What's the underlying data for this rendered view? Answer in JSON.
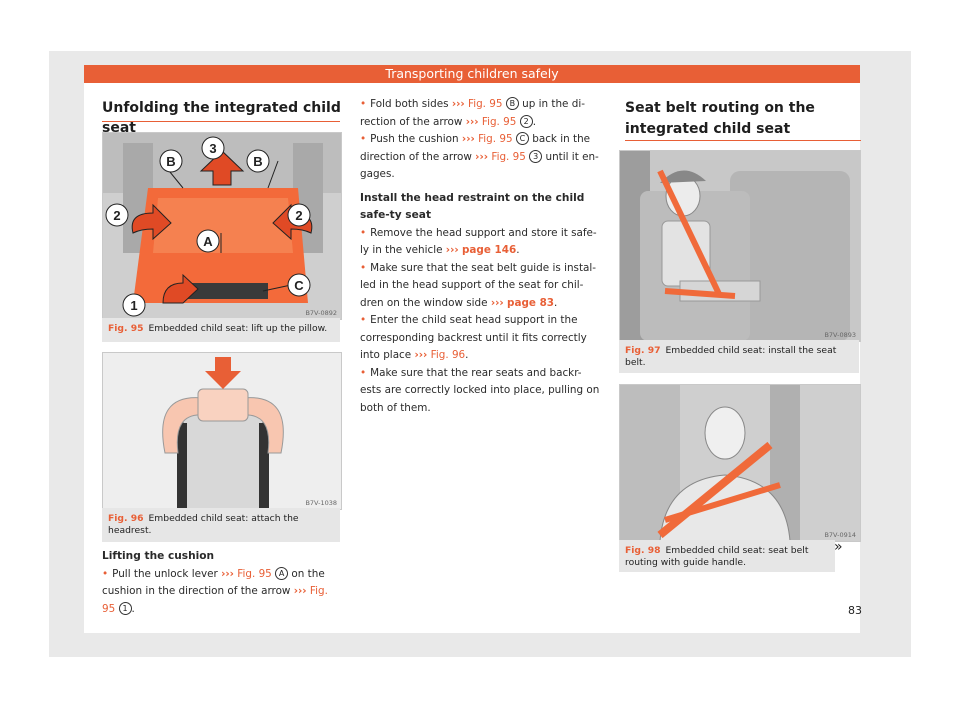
{
  "header": {
    "title": "Transporting children safely"
  },
  "left": {
    "title": "Unfolding the integrated child seat",
    "fig95": {
      "no": "Fig. 95",
      "caption": "Embedded child seat: lift up the pillow.",
      "code": "B7V-0892",
      "labels": [
        "B",
        "3",
        "B",
        "2",
        "2",
        "A",
        "1",
        "C"
      ]
    },
    "fig96": {
      "no": "Fig. 96",
      "caption": "Embedded child seat: attach the headrest.",
      "code": "B7V-1038"
    },
    "subhead": "Lifting the cushion",
    "bullet1": {
      "t1": "Pull the unlock lever ",
      "arrows": "›››",
      "ref": "Fig. 95",
      "circ": "A",
      "t2": " on the cushion in the direction of the arrow ",
      "ref2": "Fig. 95",
      "circ2": "1",
      "t3": "."
    }
  },
  "middle": {
    "b1": {
      "t1": "Fold both sides ",
      "ref": "Fig. 95",
      "circ": "B",
      "t2": " up in the di-rection of the arrow ",
      "ref2": "Fig. 95",
      "circ2": "2",
      "t3": "."
    },
    "b2": {
      "t1": "Push the cushion ",
      "ref": "Fig. 95",
      "circ": "C",
      "t2": " back in the direction of the arrow ",
      "ref2": "Fig. 95",
      "circ2": "3",
      "t3": " until it en-gages."
    },
    "subhead": "Install the head restraint on the child safe-ty seat",
    "b3": {
      "t1": "Remove the head support and store it safe-ly in the vehicle ",
      "ref": "page 146",
      "t2": "."
    },
    "b4": {
      "t1": "Make sure that the seat belt guide is instal-led in the head support of the seat for chil-dren on the window side ",
      "ref": "page 83",
      "t2": "."
    },
    "b5": {
      "t1": "Enter the child seat head support in the corresponding backrest until it fits correctly into place ",
      "ref": "Fig. 96",
      "t2": "."
    },
    "b6": {
      "t1": "Make sure that the rear seats and backr-ests are correctly locked into place, pulling on both of them."
    }
  },
  "right": {
    "title": "Seat belt routing on the integrated child seat",
    "fig97": {
      "no": "Fig. 97",
      "caption": "Embedded child seat: install the seat belt.",
      "code": "B7V-0893"
    },
    "fig98": {
      "no": "Fig. 98",
      "caption": "Embedded child seat: seat belt routing with guide handle.",
      "code": "B7V-0914"
    }
  },
  "continue_mark": "»",
  "page_number": "83",
  "colors": {
    "accent": "#e85f36",
    "caption_bg": "#e6e6e6",
    "outer_bg": "#e9e9e9"
  }
}
